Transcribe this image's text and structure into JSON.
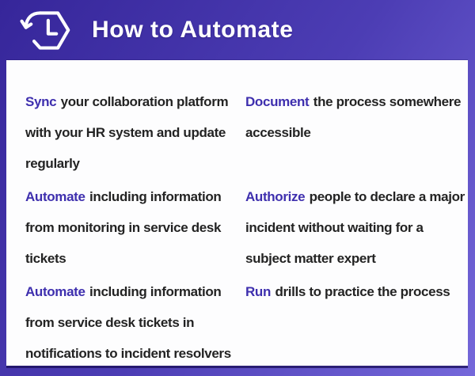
{
  "header": {
    "title": "How to Automate",
    "logo_icon": "hexagon-clock-with-undo-arrow"
  },
  "content": {
    "items": [
      {
        "lead": "Sync",
        "text": "your collaboration platform\nwith your HR system and update\nregularly"
      },
      {
        "lead": "Document",
        "text": "the process somewhere\naccessible"
      },
      {
        "lead": "Automate",
        "text": "including information\nfrom monitoring in service desk\ntickets"
      },
      {
        "lead": "Authorize",
        "text": "people to declare a major\nincident without waiting for a\nsubject matter expert"
      },
      {
        "lead": "Automate",
        "text": "including information\nfrom service desk tickets in\nnotifications to incident resolvers"
      },
      {
        "lead": "Run",
        "text": "drills to practice the process"
      }
    ]
  },
  "colors": {
    "accent_purple": "#3e2fae",
    "header_gradient_start": "#36269a",
    "header_gradient_end": "#7568da",
    "body_text": "#232323",
    "card_background": "#fdfdfe",
    "title_text": "#ffffff"
  }
}
